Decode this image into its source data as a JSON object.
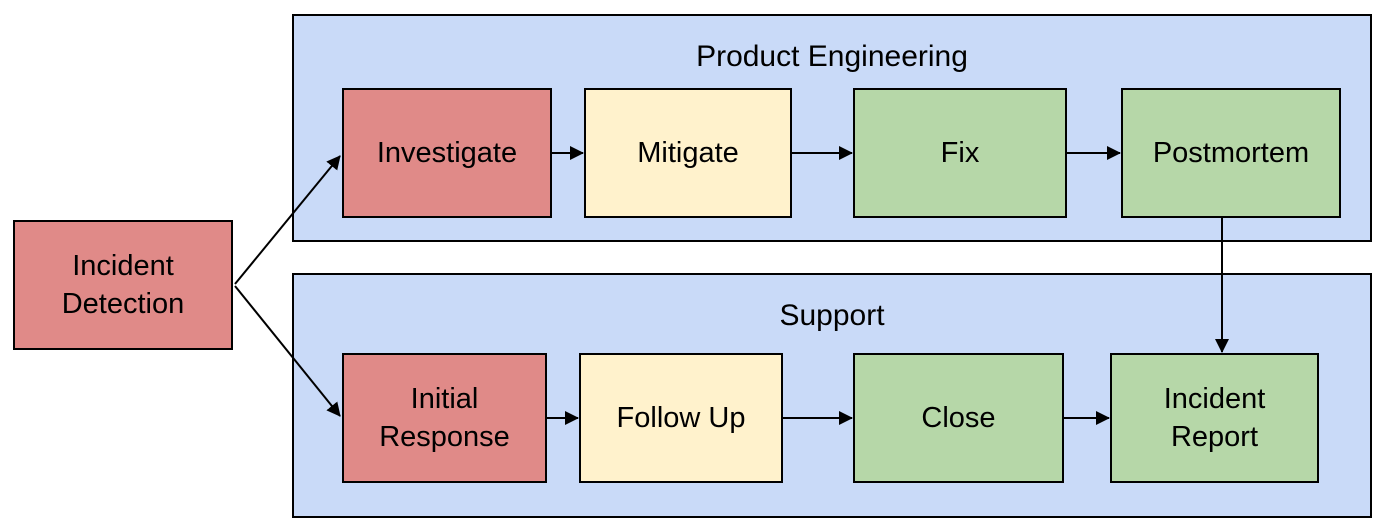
{
  "diagram": {
    "type": "flowchart",
    "background": "#FFFFFF",
    "colors": {
      "lane_fill": "#C9DAF8",
      "red_fill": "#E08A88",
      "yellow_fill": "#FFF2CC",
      "green_fill": "#B6D7A8",
      "border": "#000000",
      "text": "#000000"
    },
    "nodes": {
      "incident_detection": {
        "label": "Incident Detection",
        "fill": "#E08A88",
        "lane": null
      },
      "investigate": {
        "label": "Investigate",
        "fill": "#E08A88",
        "lane": "Product Engineering"
      },
      "mitigate": {
        "label": "Mitigate",
        "fill": "#FFF2CC",
        "lane": "Product Engineering"
      },
      "fix": {
        "label": "Fix",
        "fill": "#B6D7A8",
        "lane": "Product Engineering"
      },
      "postmortem": {
        "label": "Postmortem",
        "fill": "#B6D7A8",
        "lane": "Product Engineering"
      },
      "initial_response": {
        "label": "Initial Response",
        "fill": "#E08A88",
        "lane": "Support"
      },
      "follow_up": {
        "label": "Follow Up",
        "fill": "#FFF2CC",
        "lane": "Support"
      },
      "close": {
        "label": "Close",
        "fill": "#B6D7A8",
        "lane": "Support"
      },
      "incident_report": {
        "label": "Incident Report",
        "fill": "#B6D7A8",
        "lane": "Support"
      }
    },
    "lanes": {
      "product_engineering": {
        "title": "Product Engineering",
        "nodes": [
          "investigate",
          "mitigate",
          "fix",
          "postmortem"
        ]
      },
      "support": {
        "title": "Support",
        "nodes": [
          "initial_response",
          "follow_up",
          "close",
          "incident_report"
        ]
      }
    },
    "edges": [
      {
        "from": "incident_detection",
        "to": "investigate"
      },
      {
        "from": "incident_detection",
        "to": "initial_response"
      },
      {
        "from": "investigate",
        "to": "mitigate"
      },
      {
        "from": "mitigate",
        "to": "fix"
      },
      {
        "from": "fix",
        "to": "postmortem"
      },
      {
        "from": "fix",
        "to": "postmortem"
      },
      {
        "from": "postmortem",
        "to": "incident_report"
      },
      {
        "from": "initial_response",
        "to": "follow_up"
      },
      {
        "from": "follow_up",
        "to": "close"
      },
      {
        "from": "close",
        "to": "incident_report"
      }
    ]
  }
}
